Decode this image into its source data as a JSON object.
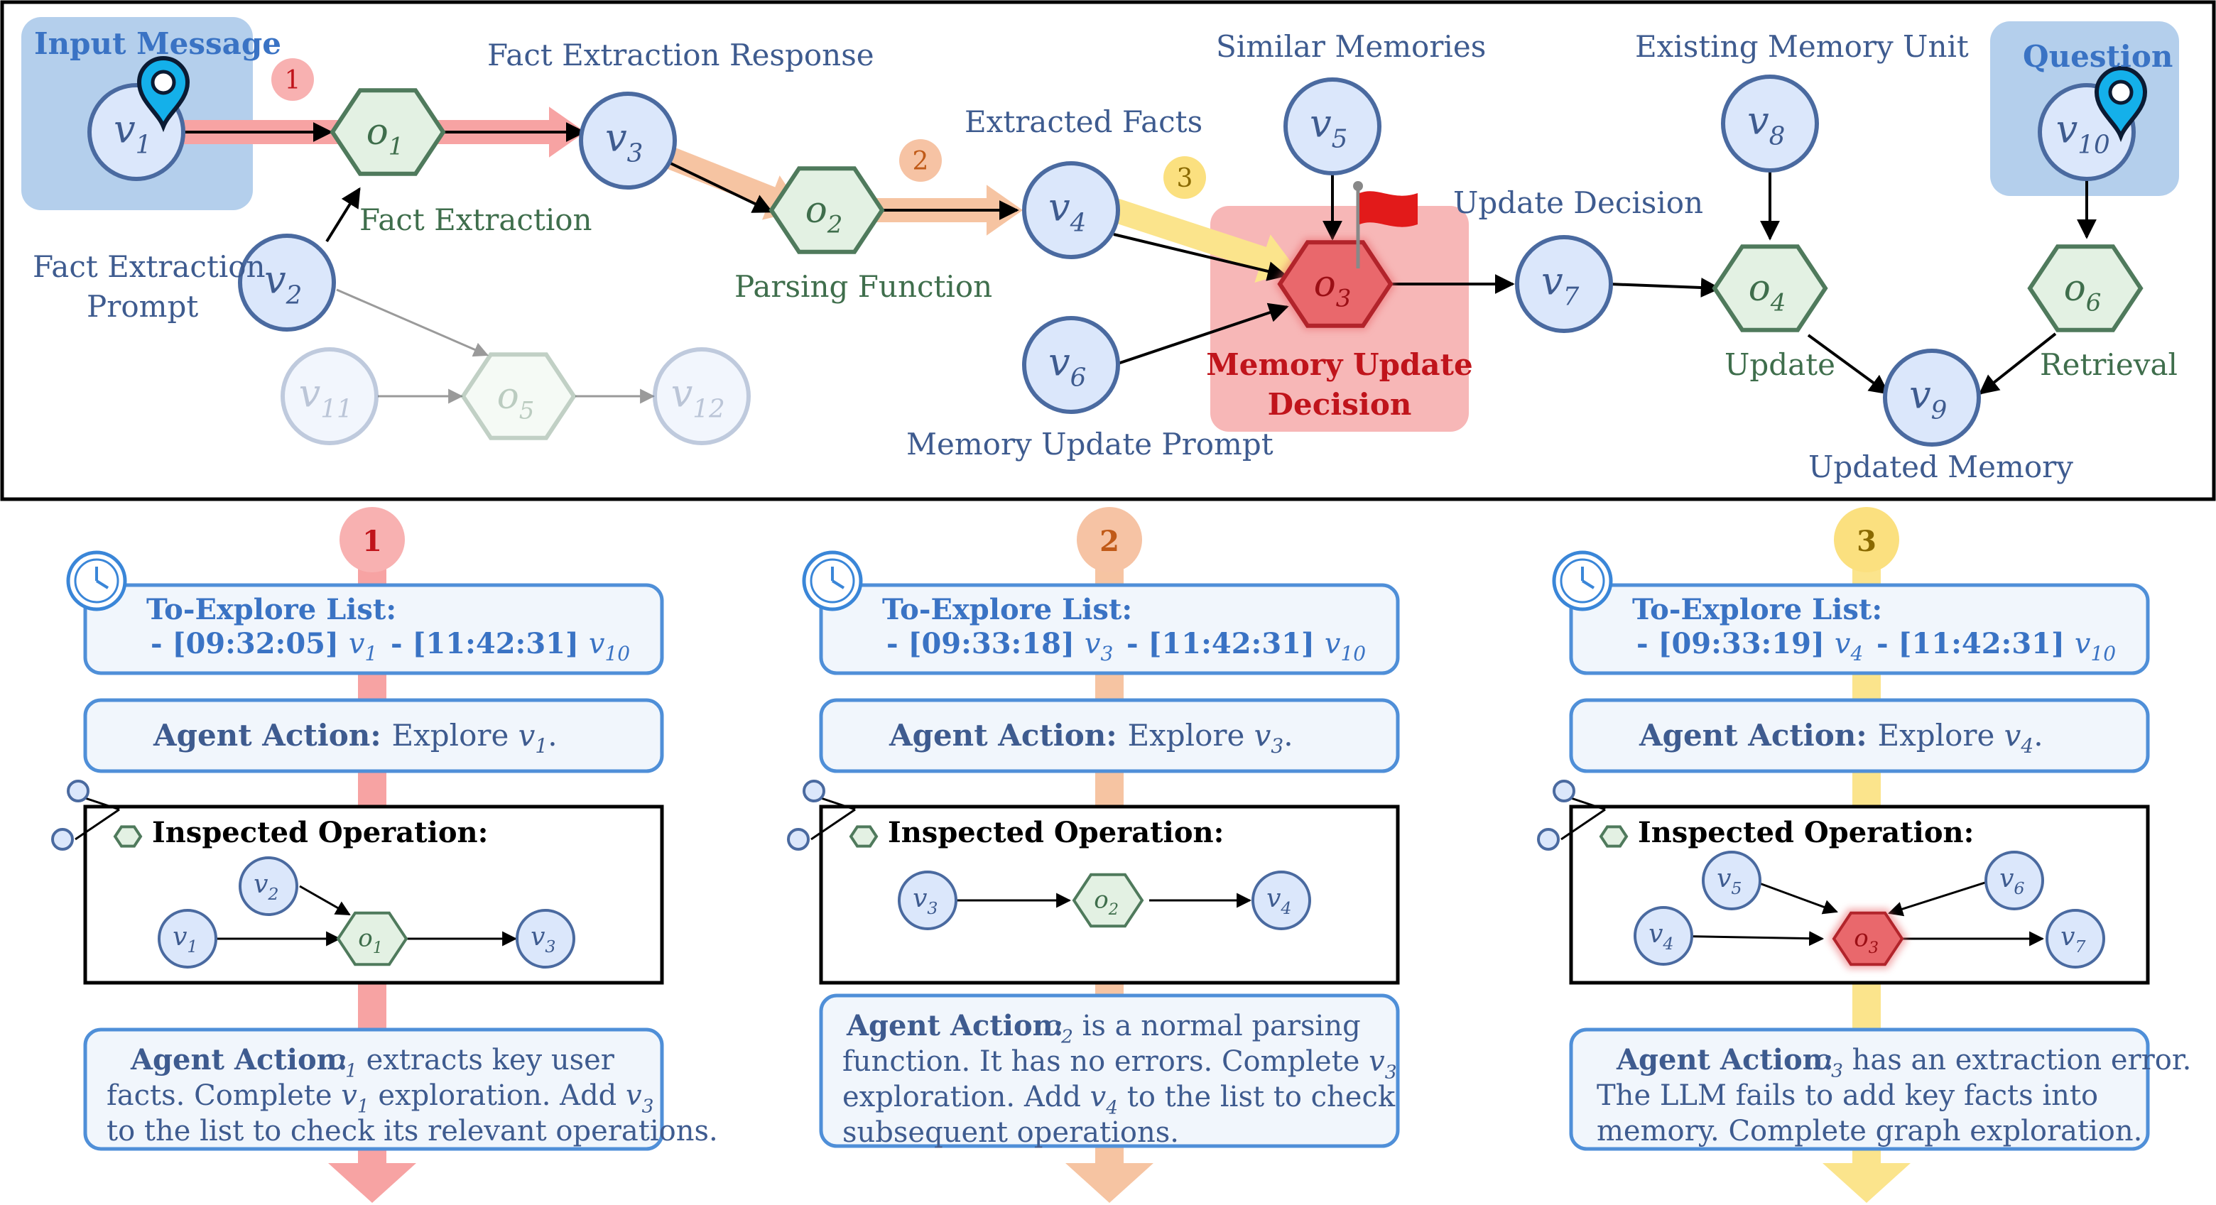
{
  "colors": {
    "node_fill": "#dbe7fb",
    "node_stroke": "#4a6aa0",
    "op_fill": "#e3f1e3",
    "op_stroke": "#4f7a5c",
    "err_fill": "#e9686c",
    "err_stroke": "#b2242b",
    "path1": "#f7a3a3",
    "path2": "#f6c4a2",
    "path3": "#fbe48c",
    "panel": "#f1f6fc",
    "panel_stroke": "#4f8fd8",
    "blue_label": "#3a73c4",
    "text_blue": "#3e5b8f",
    "text_green": "#3f6e4c",
    "text_red": "#c0141b"
  },
  "graph": {
    "input_label": "Input Message",
    "question_label": "Question",
    "nodes": {
      "v1": {
        "base": "v",
        "sub": "1"
      },
      "v2": {
        "base": "v",
        "sub": "2"
      },
      "v3": {
        "base": "v",
        "sub": "3"
      },
      "v4": {
        "base": "v",
        "sub": "4"
      },
      "v5": {
        "base": "v",
        "sub": "5"
      },
      "v6": {
        "base": "v",
        "sub": "6"
      },
      "v7": {
        "base": "v",
        "sub": "7"
      },
      "v8": {
        "base": "v",
        "sub": "8"
      },
      "v9": {
        "base": "v",
        "sub": "9"
      },
      "v10": {
        "base": "v",
        "sub": "10"
      },
      "v11": {
        "base": "v",
        "sub": "11"
      },
      "v12": {
        "base": "v",
        "sub": "12"
      },
      "o1": {
        "base": "o",
        "sub": "1"
      },
      "o2": {
        "base": "o",
        "sub": "2"
      },
      "o3": {
        "base": "o",
        "sub": "3"
      },
      "o4": {
        "base": "o",
        "sub": "4"
      },
      "o5": {
        "base": "o",
        "sub": "5"
      },
      "o6": {
        "base": "o",
        "sub": "6"
      }
    },
    "labels": {
      "fact_extraction_response": "Fact Extraction Response",
      "fact_extraction": "Fact Extraction",
      "fact_extraction_prompt_1": "Fact Extraction",
      "fact_extraction_prompt_2": "Prompt",
      "parsing_function": "Parsing Function",
      "extracted_facts": "Extracted Facts",
      "similar_memories": "Similar Memories",
      "memory_update_prompt": "Memory Update Prompt",
      "memory_update_decision_1": "Memory Update",
      "memory_update_decision_2": "Decision",
      "update_decision": "Update Decision",
      "existing_memory_unit": "Existing Memory Unit",
      "update": "Update",
      "retrieval": "Retrieval",
      "updated_memory": "Updated Memory"
    },
    "step_badges": [
      "1",
      "2",
      "3"
    ]
  },
  "steps": [
    {
      "badge": "1",
      "explore_title": "To-Explore List:",
      "explore_items": [
        {
          "time": "- [09:32:05]",
          "node_base": "v",
          "node_sub": "1"
        },
        {
          "time": "- [11:42:31]",
          "node_base": "v",
          "node_sub": "10"
        }
      ],
      "action_label": "Agent Action:",
      "action_pre": "Explore ",
      "action_node_base": "v",
      "action_node_sub": "1",
      "action_post": ".",
      "inspected_title": "Inspected Operation:",
      "final_action_label": "Agent Action:",
      "final_lines": [
        [
          {
            "t": " "
          },
          {
            "m": "o",
            "s": "1"
          },
          {
            "t": " extracts key user"
          }
        ],
        [
          {
            "t": "facts. Complete "
          },
          {
            "m": "v",
            "s": "1"
          },
          {
            "t": " exploration. Add "
          },
          {
            "m": "v",
            "s": "3"
          }
        ],
        [
          {
            "t": "to the list to check its relevant operations."
          }
        ]
      ]
    },
    {
      "badge": "2",
      "explore_title": "To-Explore List:",
      "explore_items": [
        {
          "time": "- [09:33:18]",
          "node_base": "v",
          "node_sub": "3"
        },
        {
          "time": "- [11:42:31]",
          "node_base": "v",
          "node_sub": "10"
        }
      ],
      "action_label": "Agent Action:",
      "action_pre": "Explore ",
      "action_node_base": "v",
      "action_node_sub": "3",
      "action_post": ".",
      "inspected_title": "Inspected Operation:",
      "final_action_label": "Agent Action:",
      "final_lines": [
        [
          {
            "t": " "
          },
          {
            "m": "o",
            "s": "2"
          },
          {
            "t": " is a normal parsing"
          }
        ],
        [
          {
            "t": "function. It has no errors. Complete "
          },
          {
            "m": "v",
            "s": "3"
          }
        ],
        [
          {
            "t": "exploration. Add "
          },
          {
            "m": "v",
            "s": "4"
          },
          {
            "t": " to the list to check"
          }
        ],
        [
          {
            "t": "subsequent operations."
          }
        ]
      ]
    },
    {
      "badge": "3",
      "explore_title": "To-Explore List:",
      "explore_items": [
        {
          "time": "- [09:33:19]",
          "node_base": "v",
          "node_sub": "4"
        },
        {
          "time": "- [11:42:31]",
          "node_base": "v",
          "node_sub": "10"
        }
      ],
      "action_label": "Agent Action:",
      "action_pre": "Explore ",
      "action_node_base": "v",
      "action_node_sub": "4",
      "action_post": ".",
      "inspected_title": "Inspected Operation:",
      "final_action_label": "Agent Action:",
      "final_lines": [
        [
          {
            "t": " "
          },
          {
            "m": "o",
            "s": "3"
          },
          {
            "t": " has an extraction error."
          }
        ],
        [
          {
            "t": "The LLM fails to add key facts into"
          }
        ],
        [
          {
            "t": "memory. Complete graph exploration."
          }
        ]
      ]
    }
  ]
}
